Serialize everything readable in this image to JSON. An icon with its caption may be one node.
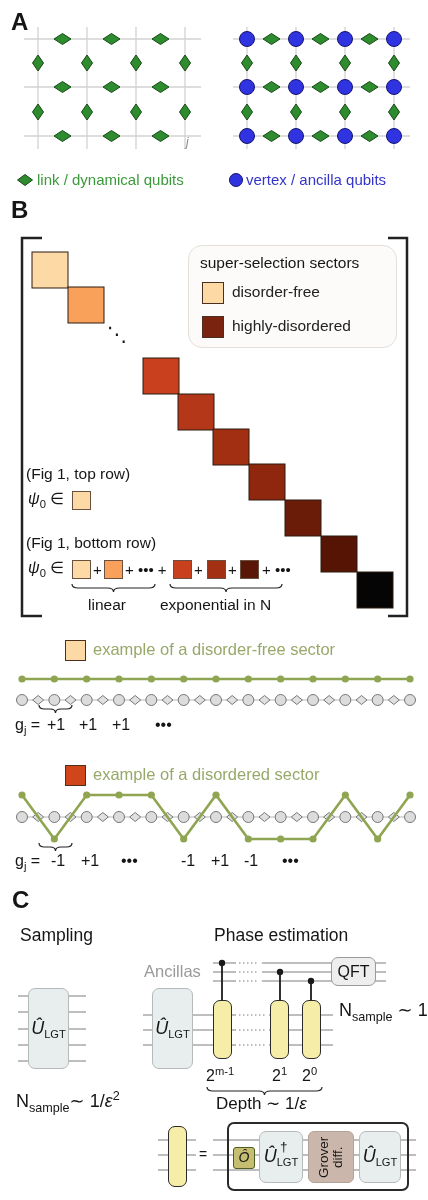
{
  "diagram": {
    "nodes": [
      {
        "text": [
          "super-selection sectors"
        ]
      },
      {
        "text": [
          "*Û*$_{LGT}$"
        ]
      },
      {
        "text": [
          "QFT"
        ]
      },
      {
        "text": [
          "*Û*$_{LGT}$"
        ]
      },
      {
        "text": [],
        "shape": "box"
      },
      {
        "text": [],
        "shape": "box"
      },
      {
        "text": [],
        "shape": "box"
      },
      {
        "text": [],
        "shape": "box"
      },
      {
        "text": [],
        "shape": "box"
      },
      {
        "text": [
          "Ô"
        ],
        "in": 8
      },
      {
        "text": [
          "*Û*$^{†}$$_{LGT}$"
        ],
        "in": 8
      },
      {
        "text": [
          "Grover diff."
        ],
        "in": 8
      },
      {
        "text": [
          "*Û*$_{LGT}$"
        ],
        "in": 8
      }
    ],
    "labels": [
      "A",
      "j",
      "B",
      "⋱",
      "(Fig 1, top row)",
      "*ψ*$_{0}$ ∈",
      "(Fig 1, bottom row)",
      "*ψ*$_{0}$ ∈",
      "+",
      "+ ••• +",
      "+",
      "+",
      "+ •••",
      "linear",
      "exponential in N",
      "g$_{j}$ =",
      "+1",
      "+1",
      "+1",
      "•••",
      "g$_{j}$ =",
      "-1",
      "+1",
      "•••",
      "-1",
      "+1",
      "-1",
      "•••",
      "C",
      "Sampling",
      "Phase estimation",
      "Ancillas",
      "N$_{sample}$ ∼ 1",
      "2$^{m-1}$",
      "2$^{1}$",
      "2$^{0}$",
      "N$_{sample}$∼ 1/*ε*$^{2}$",
      "Depth ∼ 1/*ε*",
      "="
    ],
    "legend": [
      {
        "text": "link / dynamical qubits"
      },
      {
        "text": "vertex / ancilla qubits"
      },
      {
        "text": "disorder-free",
        "color": "#fdd9a5"
      },
      {
        "text": "highly-disordered",
        "color": "#7a2410"
      },
      {
        "text": "example of a disorder-free sector",
        "color": "#fdd9a5"
      },
      {
        "text": "example of a disordered sector",
        "color": "#d0461a"
      }
    ]
  }
}
